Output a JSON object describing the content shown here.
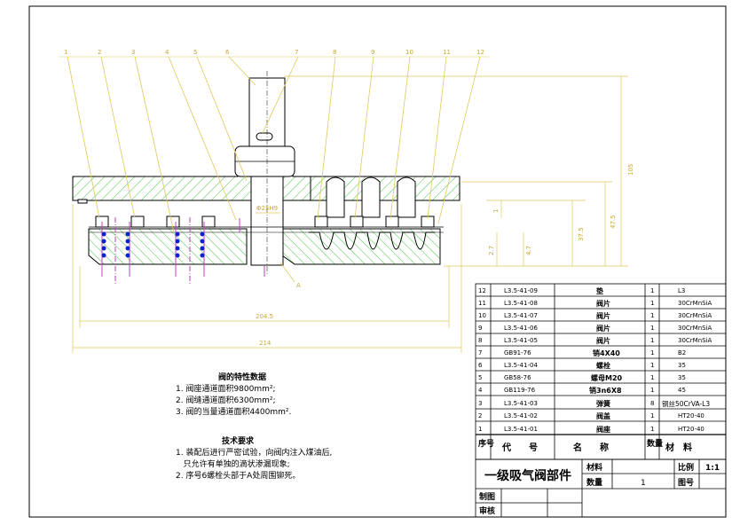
{
  "drawing": {
    "colors": {
      "outline": "#000000",
      "hatch": "#2fbf2f",
      "dimension": "#e0c85a",
      "spring_blue": "#1020d0",
      "spring_magenta": "#c040c0"
    },
    "balloons": [
      "1",
      "2",
      "3",
      "4",
      "5",
      "6",
      "7",
      "8",
      "9",
      "10",
      "11",
      "12"
    ],
    "dimensions": {
      "width_outer": "214",
      "width_inner": "204.5",
      "height_total": "105",
      "height_body": "47.5",
      "height_mid": "37.5",
      "dia_center": "Φ25H9",
      "small_1": "1",
      "small_27": "2.7",
      "small_47": "4.7",
      "label_A": "A"
    }
  },
  "notes": {
    "characteristics": {
      "title": "阀的特性数据",
      "lines": [
        "1. 阀座通道面积9800mm²;",
        "2. 阀缝通道面积6300mm²;",
        "3. 阀的当量通道面积4400mm²."
      ]
    },
    "requirements": {
      "title": "技术要求",
      "lines": [
        "1. 装配后进行严密试验，向阀内注入煤油后,",
        "   只允许有单独的滴状渗漏现象;",
        "2. 序号6螺栓头部于A处周围铆死。"
      ]
    }
  },
  "bom": {
    "header": {
      "no": "序号",
      "code": "代　　号",
      "name": "名　　称",
      "qty": "数量",
      "material": "材　料"
    },
    "rows": [
      {
        "no": "12",
        "code": "L3.5-41-09",
        "name": "垫",
        "qty": "1",
        "material": "L3"
      },
      {
        "no": "11",
        "code": "L3.5-41-08",
        "name": "阀片",
        "qty": "1",
        "material": "30CrMnSiA"
      },
      {
        "no": "10",
        "code": "L3.5-41-07",
        "name": "阀片",
        "qty": "1",
        "material": "30CrMnSiA"
      },
      {
        "no": "9",
        "code": "L3.5-41-06",
        "name": "阀片",
        "qty": "1",
        "material": "30CrMnSiA"
      },
      {
        "no": "8",
        "code": "L3.5-41-05",
        "name": "阀片",
        "qty": "1",
        "material": "30CrMnSiA"
      },
      {
        "no": "7",
        "code": "GB91-76",
        "name": "销4X40",
        "qty": "1",
        "material": "B2"
      },
      {
        "no": "6",
        "code": "L3.5-41-04",
        "name": "螺栓",
        "qty": "1",
        "material": "35"
      },
      {
        "no": "5",
        "code": "GB58-76",
        "name": "螺母M20",
        "qty": "1",
        "material": "35"
      },
      {
        "no": "4",
        "code": "GB119-76",
        "name": "销3n6X8",
        "qty": "1",
        "material": "45"
      },
      {
        "no": "3",
        "code": "L3.5-41-03",
        "name": "弹簧",
        "qty": "8",
        "material": "钢丝50CrVA-L3"
      },
      {
        "no": "2",
        "code": "L3.5-41-02",
        "name": "阀盖",
        "qty": "1",
        "material": "HT20-40"
      },
      {
        "no": "1",
        "code": "L3.5-41-01",
        "name": "阀座",
        "qty": "1",
        "material": "HT20-40"
      }
    ]
  },
  "title_block": {
    "title": "一级吸气阀部件",
    "material_label": "材料",
    "quantity_label": "数量",
    "quantity_value": "1",
    "scale_label": "比例",
    "scale_value": "1:1",
    "drawing_no_label": "图号",
    "drawn_label": "制图",
    "checked_label": "审核"
  }
}
